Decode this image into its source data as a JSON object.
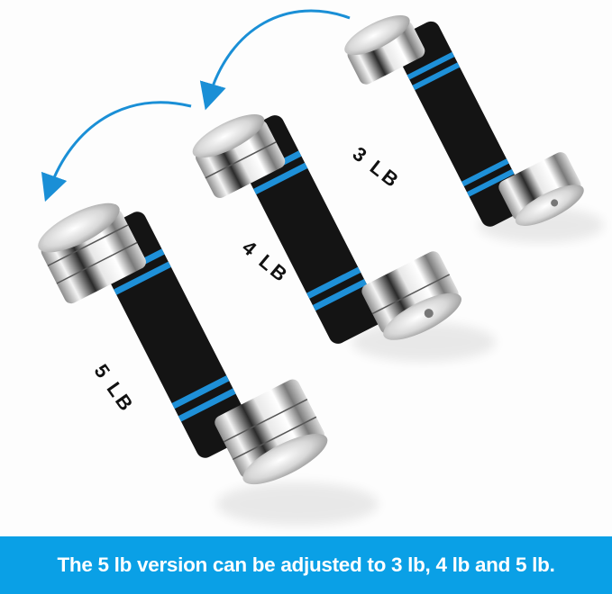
{
  "image": {
    "subject": "three chrome dumbbells with black foam grips and blue rings",
    "accent_color": "#0aa0e6",
    "grip_color": "#111111",
    "ring_color": "#1e90d8",
    "arrow_color": "#1a8fd6"
  },
  "labels": {
    "three_lb": "3 LB",
    "four_lb": "4 LB",
    "five_lb": "5 LB"
  },
  "banner": {
    "text": "The 5 lb version can be adjusted to 3 lb, 4 lb and 5 lb."
  }
}
